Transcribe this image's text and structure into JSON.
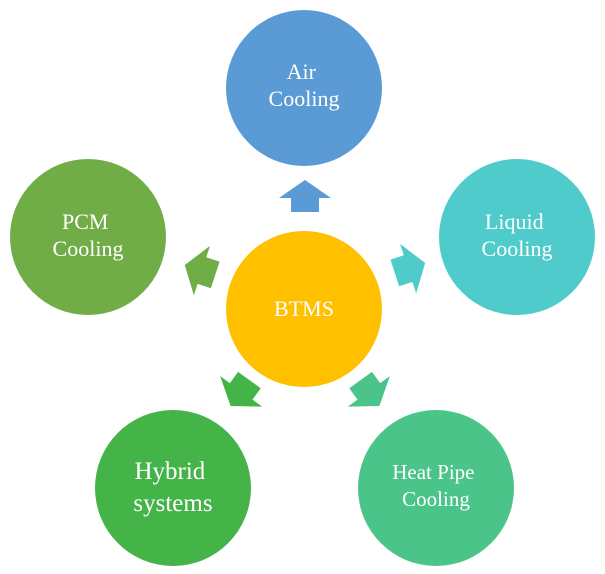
{
  "center": {
    "label": "BTMS",
    "color": "#FFC000"
  },
  "nodes": [
    {
      "id": "air",
      "lines": [
        "Air",
        "Cooling"
      ],
      "color": "#5B9BD5"
    },
    {
      "id": "liquid",
      "lines": [
        "Liquid",
        "Cooling"
      ],
      "color": "#4FCBCB"
    },
    {
      "id": "heat-pipe",
      "lines": [
        "Heat Pipe",
        "Cooling"
      ],
      "color": "#4BC489"
    },
    {
      "id": "hybrid",
      "lines": [
        "Hybrid",
        "systems"
      ],
      "color": "#44B449"
    },
    {
      "id": "pcm",
      "lines": [
        "PCM",
        "Cooling"
      ],
      "color": "#70AD47"
    }
  ]
}
